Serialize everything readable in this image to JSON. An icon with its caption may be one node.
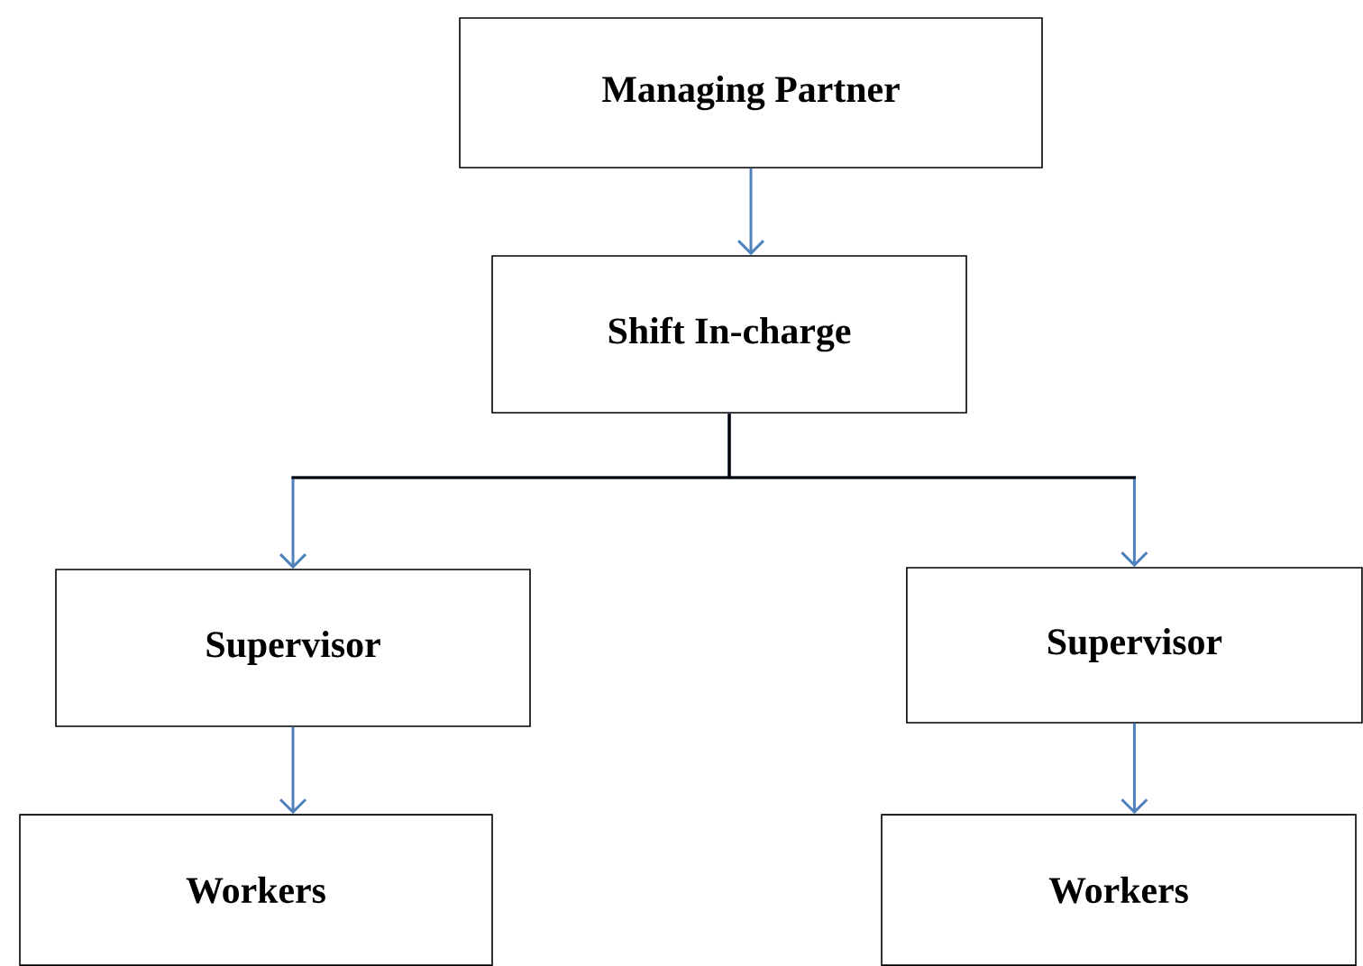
{
  "diagram": {
    "nodes": [
      {
        "text": [
          "Managing Partner"
        ]
      },
      {
        "text": [
          "Shift In-charge"
        ]
      },
      {
        "text": [
          "Supervisor"
        ]
      },
      {
        "text": [
          "Supervisor"
        ]
      },
      {
        "text": [
          "Workers"
        ]
      },
      {
        "text": [
          "Workers"
        ]
      }
    ],
    "edges": [
      {
        "from": 0,
        "to": 1,
        "arrow": "to"
      },
      {
        "from": 1,
        "to": 2,
        "arrow": "to"
      },
      {
        "from": 1,
        "to": 3,
        "arrow": "to"
      },
      {
        "from": 2,
        "to": 4,
        "arrow": "to"
      },
      {
        "from": 3,
        "to": 5,
        "arrow": "to"
      }
    ]
  }
}
